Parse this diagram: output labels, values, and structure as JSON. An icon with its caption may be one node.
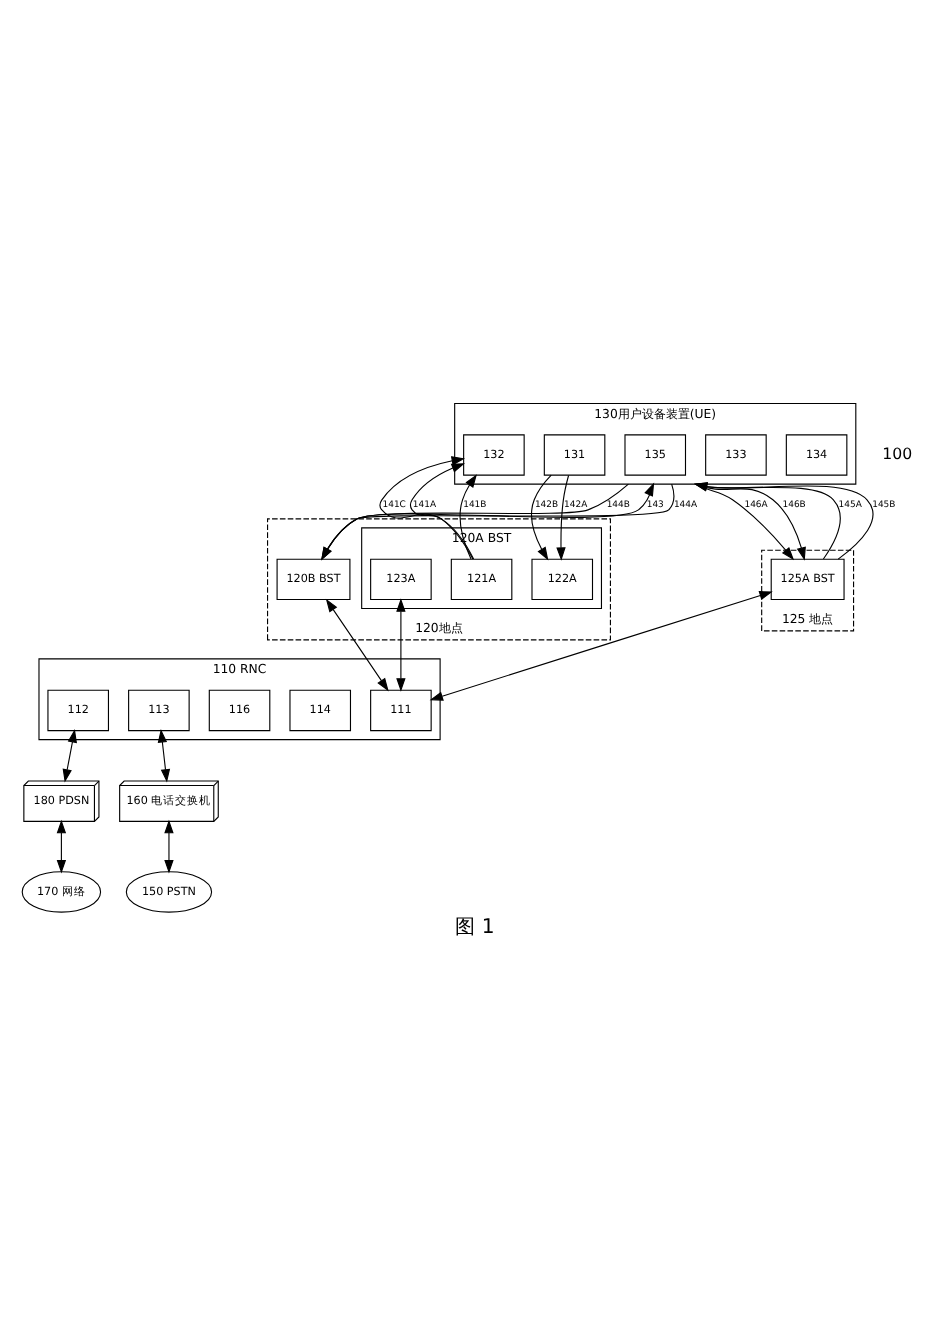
{
  "diagram": {
    "caption": "图 1",
    "nodes": [
      {
        "text": [
          "130用户设备装置(UE)"
        ]
      },
      {
        "text": [
          "134"
        ],
        "in": 0
      },
      {
        "text": [
          "133"
        ],
        "in": 0
      },
      {
        "text": [
          "135"
        ],
        "in": 0
      },
      {
        "text": [
          "132"
        ],
        "in": 0
      },
      {
        "text": [
          "131"
        ],
        "in": 0
      },
      {
        "text": [
          "120地点"
        ]
      },
      {
        "text": [
          "120A BST"
        ],
        "in": 6
      },
      {
        "text": [
          "121A"
        ],
        "in": 7
      },
      {
        "text": [
          "122A"
        ],
        "in": 7
      },
      {
        "text": [
          "123A"
        ],
        "in": 7
      },
      {
        "text": [
          "120B BST"
        ],
        "in": 6
      },
      {
        "text": [
          "125 地点"
        ]
      },
      {
        "text": [
          "125A BST"
        ],
        "in": 12
      },
      {
        "text": [
          "110 RNC"
        ]
      },
      {
        "text": [
          "111"
        ],
        "in": 14
      },
      {
        "text": [
          "114"
        ],
        "in": 14
      },
      {
        "text": [
          "116"
        ],
        "in": 14
      },
      {
        "text": [
          "112"
        ],
        "in": 14
      },
      {
        "text": [
          "113"
        ],
        "in": 14
      },
      {
        "text": [
          "180 PDSN"
        ]
      },
      {
        "text": [
          "160 电话交换机"
        ]
      },
      {
        "text": [
          "170 网络"
        ]
      },
      {
        "text": [
          "150 PSTN"
        ]
      }
    ],
    "edges": [
      {
        "from": 8,
        "to": 4,
        "arrow": "to",
        "label": "141A"
      },
      {
        "from": 8,
        "to": 4,
        "arrow": "to",
        "label": "141B"
      },
      {
        "from": 8,
        "to": 4,
        "arrow": "to",
        "label": "141C"
      },
      {
        "from": 5,
        "to": 9,
        "arrow": "to",
        "label": "142A"
      },
      {
        "from": 5,
        "to": 9,
        "arrow": "to",
        "label": "142B"
      },
      {
        "from": 11,
        "to": 0,
        "arrow": "to",
        "label": "143"
      },
      {
        "from": 0,
        "to": 11,
        "arrow": "to",
        "label": "144A"
      },
      {
        "from": 0,
        "to": 11,
        "arrow": "to",
        "label": "144B"
      },
      {
        "from": 13,
        "to": 0,
        "arrow": "to",
        "label": "145A"
      },
      {
        "from": 13,
        "to": 0,
        "arrow": "to",
        "label": "145B"
      },
      {
        "from": 0,
        "to": 13,
        "arrow": "to",
        "label": "146A"
      },
      {
        "from": 0,
        "to": 13,
        "arrow": "to",
        "label": "146B"
      },
      {
        "from": 10,
        "to": 15,
        "arrow": "both"
      },
      {
        "from": 11,
        "to": 15,
        "arrow": "both"
      },
      {
        "from": 13,
        "to": 15,
        "arrow": "both"
      },
      {
        "from": 18,
        "to": 20,
        "arrow": "both"
      },
      {
        "from": 20,
        "to": 22,
        "arrow": "both"
      },
      {
        "from": 19,
        "to": 21,
        "arrow": "both"
      },
      {
        "from": 21,
        "to": 23,
        "arrow": "both"
      }
    ],
    "labels": [
      "100"
    ]
  }
}
